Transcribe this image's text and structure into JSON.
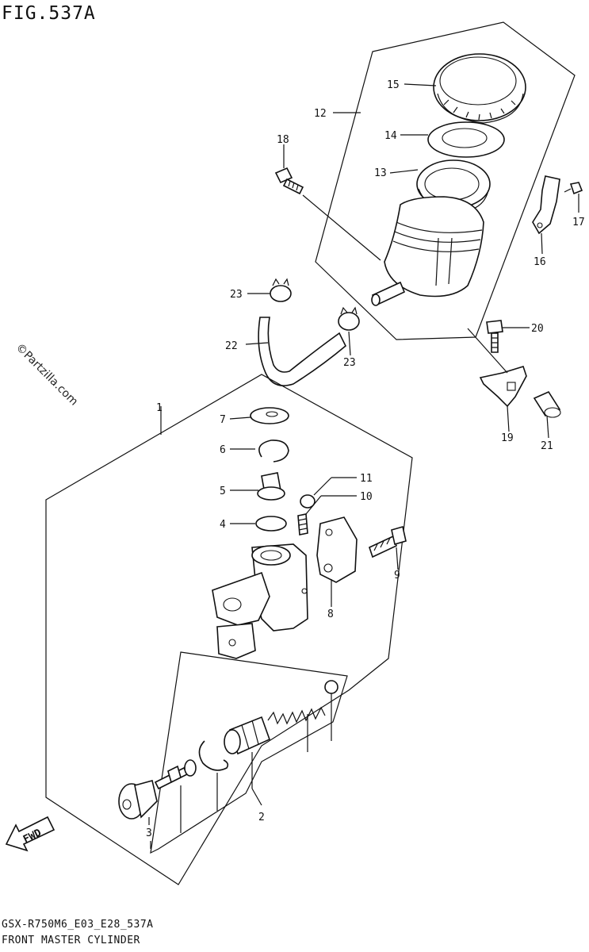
{
  "figure": {
    "title": "FIG.537A",
    "model_code": "GSX-R750M6_E03_E28_537A",
    "name": "FRONT MASTER CYLINDER",
    "watermark": "©Partzilla.com"
  },
  "fwd_label": "FWD",
  "callouts": [
    "1",
    "2",
    "3",
    "4",
    "5",
    "6",
    "7",
    "8",
    "9",
    "10",
    "11",
    "12",
    "13",
    "14",
    "15",
    "16",
    "17",
    "18",
    "19",
    "20",
    "21",
    "22",
    "23"
  ]
}
